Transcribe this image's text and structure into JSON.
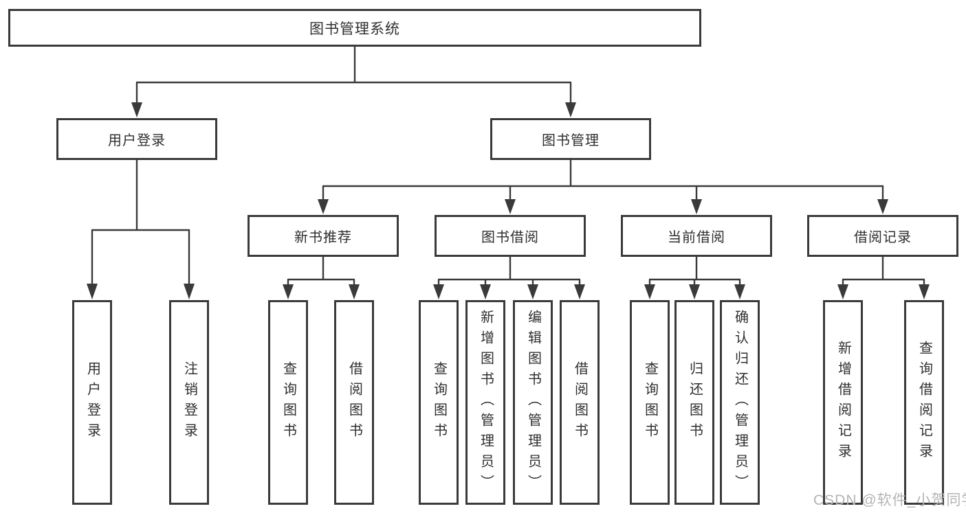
{
  "diagram": {
    "root": {
      "label": "图书管理系统"
    },
    "login_branch": {
      "label": "用户登录",
      "children": [
        {
          "label": "用户登录"
        },
        {
          "label": "注销登录"
        }
      ]
    },
    "mgmt_branch": {
      "label": "图书管理",
      "groups": [
        {
          "label": "新书推荐",
          "children": [
            {
              "label": "查询图书"
            },
            {
              "label": "借阅图书"
            }
          ]
        },
        {
          "label": "图书借阅",
          "children": [
            {
              "label": "查询图书"
            },
            {
              "label": "新增图书（管理员）"
            },
            {
              "label": "编辑图书（管理员）"
            },
            {
              "label": "借阅图书"
            }
          ]
        },
        {
          "label": "当前借阅",
          "children": [
            {
              "label": "查询图书"
            },
            {
              "label": "归还图书"
            },
            {
              "label": "确认归还（管理员）"
            }
          ]
        },
        {
          "label": "借阅记录",
          "children": [
            {
              "label": "新增借阅记录"
            },
            {
              "label": "查询借阅记录"
            }
          ]
        }
      ]
    }
  },
  "watermark": {
    "text": "CSDN @软件_小贺同学"
  },
  "colors": {
    "line": "#3a3a3a",
    "border": "#3a3a3a",
    "text": "#2f2f2f",
    "background": "#ffffff",
    "watermark": "#b4b4b4"
  }
}
